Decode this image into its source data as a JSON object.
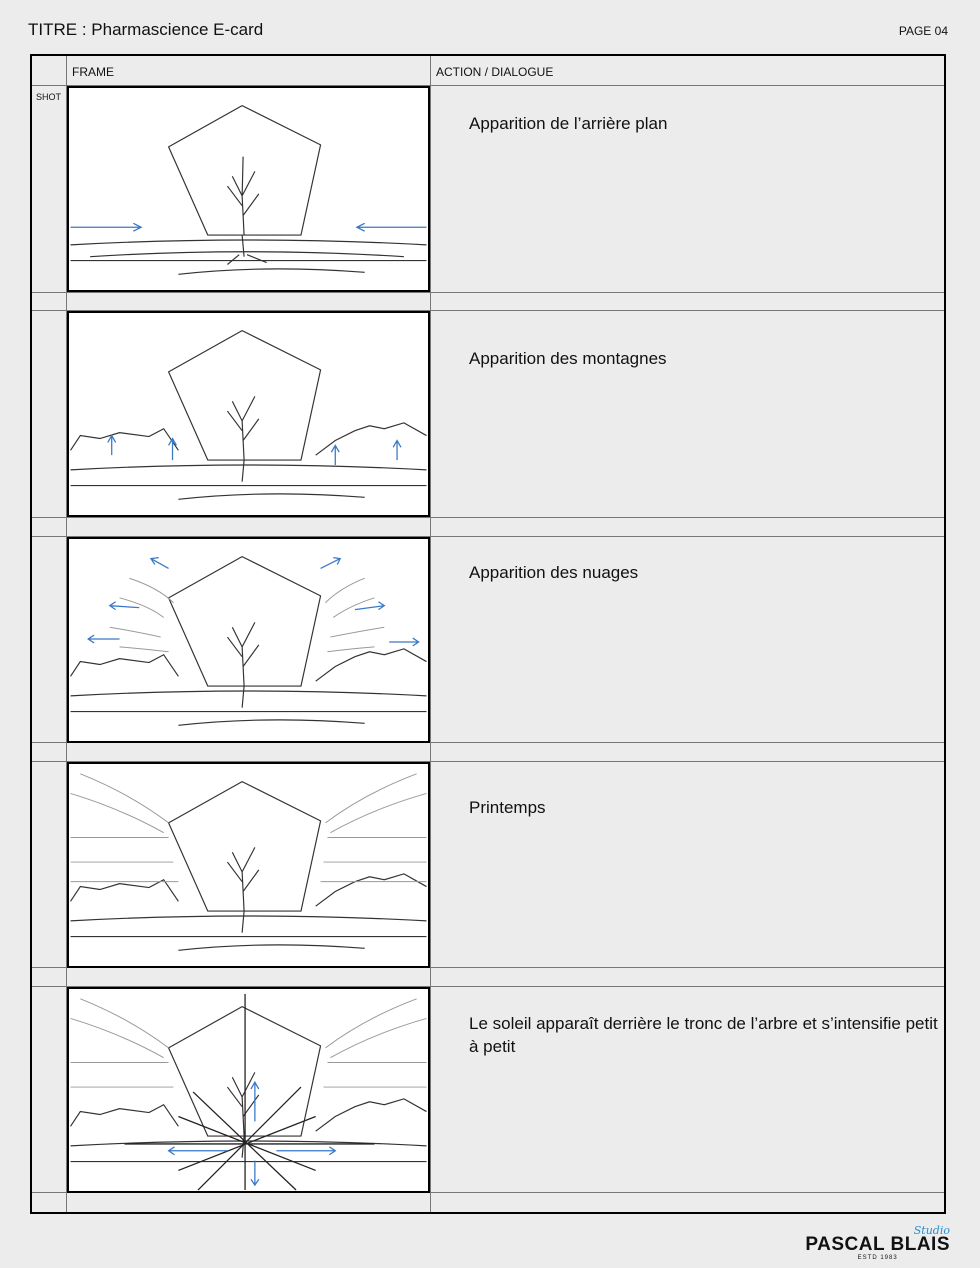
{
  "header": {
    "title": "TITRE : Pharmascience E-card",
    "page": "PAGE 04"
  },
  "table": {
    "frame_header": "FRAME",
    "action_header": "ACTION / DIALOGUE",
    "shot_label": "SHOT"
  },
  "panels": [
    {
      "action": "Apparition de l’arrière plan"
    },
    {
      "action": "Apparition des montagnes"
    },
    {
      "action": "Apparition des nuages"
    },
    {
      "action": "Printemps"
    },
    {
      "action": "Le soleil apparaît derrière le tronc de l’arbre et s’intensifie petit à petit"
    }
  ],
  "logo": {
    "script": "Studio",
    "main": "PASCAL BLAIS",
    "sub": "ESTD 1983"
  },
  "colors": {
    "sketch": "#333333",
    "arrow": "#3a78c8",
    "grid": "#777777"
  }
}
